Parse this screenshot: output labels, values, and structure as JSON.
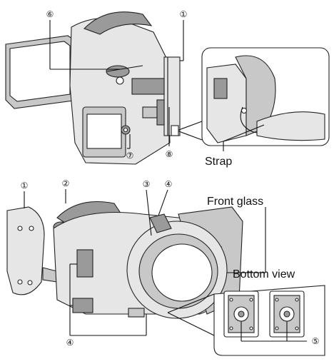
{
  "labels": {
    "strap": "Strap",
    "front_glass": "Front glass",
    "bottom_view": "Bottom view"
  },
  "callouts": {
    "top_view": [
      "⑥",
      "①",
      "⑦",
      "⑧"
    ],
    "bottom_view": [
      "①",
      "②",
      "③",
      "④",
      "④",
      "⑤"
    ]
  }
}
